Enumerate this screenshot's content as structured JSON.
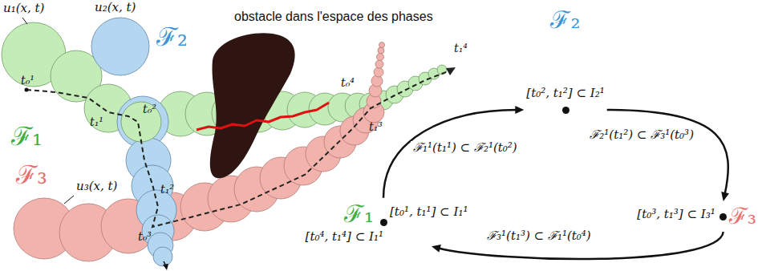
{
  "diagram": {
    "nodes": [
      {
        "text": [
          "ℱ₂",
          "[t₀², t₁²] ⊂ I₂¹"
        ]
      },
      {
        "text": [
          "ℱ₃",
          "[t₀³, t₁³] ⊂ I₃¹"
        ]
      },
      {
        "text": [
          "ℱ₁",
          "[t₀¹, t₁¹] ⊂ I₁¹",
          "[t₀⁴, t₁⁴] ⊂ I₁¹"
        ]
      }
    ],
    "edges": [
      {
        "from": 2,
        "to": 0,
        "arrow": "to",
        "label": "ℱ₁¹(t₁¹) ⊂ ℱ₂¹(t₀²)"
      },
      {
        "from": 0,
        "to": 1,
        "arrow": "to",
        "label": "ℱ₂¹(t₁²) ⊂ ℱ₃¹(t₀³)"
      },
      {
        "from": 1,
        "to": 2,
        "arrow": "to",
        "label": "ℱ₃¹(t₁³) ⊂ ℱ₁¹(t₀⁴)"
      }
    ],
    "labels": [
      "obstacle dans l'espace des phases",
      "u₁(x, t)",
      "u₂(x, t)",
      "u₃(x, t)",
      "ℱ₁",
      "ℱ₂",
      "ℱ₃",
      "t₀¹",
      "t₁¹",
      "t₀²",
      "t₁²",
      "t₀³",
      "t₁³",
      "t₀⁴",
      "t₁⁴"
    ]
  }
}
